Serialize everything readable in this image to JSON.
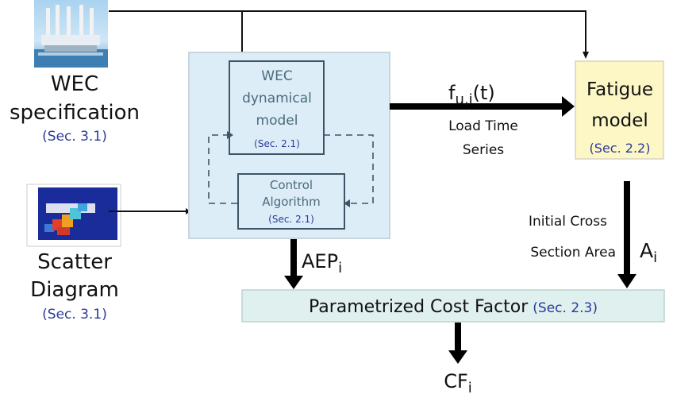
{
  "wec_spec": {
    "line1": "WEC",
    "line2": "specification",
    "ref": "(Sec. 3.1)"
  },
  "scatter": {
    "line1": "Scatter",
    "line2": "Diagram",
    "ref": "(Sec. 3.1)"
  },
  "dynamical_model": {
    "line1": "WEC",
    "line2": "dynamical",
    "line3": "model",
    "ref": "(Sec. 2.1)"
  },
  "control": {
    "line1": "Control",
    "line2": "Algorithm",
    "ref": "(Sec. 2.1)"
  },
  "load_signal": {
    "base": "f",
    "sub": "u,i",
    "suffix": "(t)",
    "line1": "Load Time",
    "line2": "Series"
  },
  "fatigue": {
    "line1": "Fatigue",
    "line2": "model",
    "ref": "(Sec. 2.2)"
  },
  "area_signal": {
    "line1": "Initial Cross",
    "line2": "Section Area",
    "base": "A",
    "sub": "i"
  },
  "aep_signal": {
    "base": "AEP",
    "sub": "i"
  },
  "cost_factor": {
    "label": "Parametrized Cost Factor",
    "ref": "(Sec. 2.3)"
  },
  "output": {
    "base": "CF",
    "sub": "i"
  },
  "colors": {
    "ref_blue": "#2b3a9a",
    "model_fill": "#dcedf8",
    "model_stroke": "#c8d6df",
    "box_stroke": "#3d5566",
    "inner_text": "#4c6a7a",
    "fatigue_fill": "#fdf7c6",
    "fatigue_stroke": "#d8d4c0",
    "cost_fill": "#dff0ee",
    "cost_stroke": "#b6d6d1"
  },
  "icons": {
    "wec": "wave-energy-converter-photo",
    "scatter": "scatter-diagram-heatmap-thumbnail"
  }
}
